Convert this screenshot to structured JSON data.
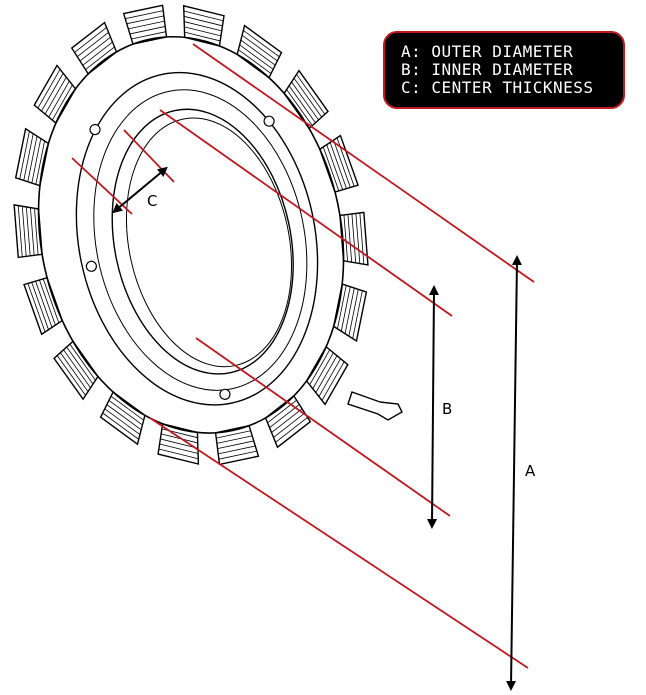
{
  "legend": {
    "lines": [
      "A: OUTER DIAMETER",
      "B: INNER DIAMETER",
      "C: CENTER THICKNESS"
    ]
  },
  "labels": {
    "a": "A",
    "b": "B",
    "c": "C"
  },
  "colors": {
    "guide": "#c0181e",
    "ink": "#000000",
    "legend_bg": "#000000",
    "legend_text": "#ffffff"
  }
}
